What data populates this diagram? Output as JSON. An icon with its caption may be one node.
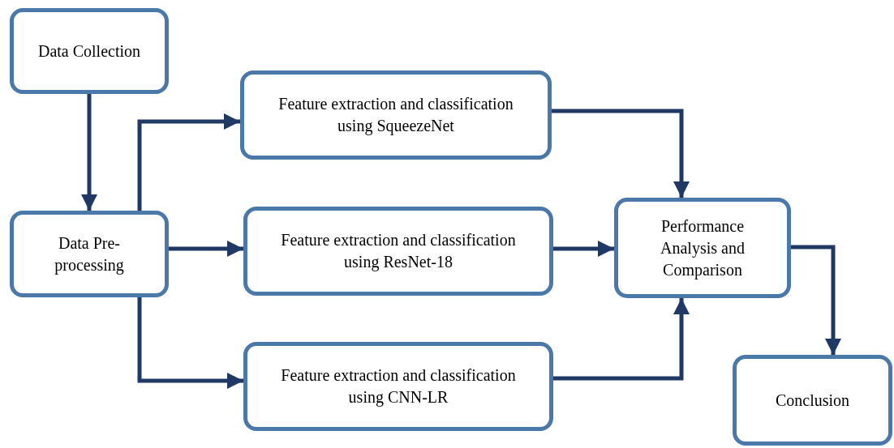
{
  "diagram": {
    "nodes": [
      {
        "text": [
          "Data Collection"
        ]
      },
      {
        "text": [
          "Data Pre-processing"
        ]
      },
      {
        "text": [
          "Feature extraction and classification using SqueezeNet"
        ]
      },
      {
        "text": [
          "Feature extraction and classification using ResNet-18"
        ]
      },
      {
        "text": [
          "Feature extraction and classification using CNN-LR"
        ]
      },
      {
        "text": [
          "Performance Analysis and Comparison"
        ]
      },
      {
        "text": [
          "Conclusion"
        ]
      }
    ],
    "edges": [
      {
        "from": 0,
        "to": 1,
        "arrow": "to"
      },
      {
        "from": 1,
        "to": 2,
        "arrow": "to"
      },
      {
        "from": 1,
        "to": 3,
        "arrow": "to"
      },
      {
        "from": 1,
        "to": 4,
        "arrow": "to"
      },
      {
        "from": 2,
        "to": 5,
        "arrow": "to"
      },
      {
        "from": 3,
        "to": 5,
        "arrow": "to"
      },
      {
        "from": 4,
        "to": 5,
        "arrow": "to"
      },
      {
        "from": 5,
        "to": 6,
        "arrow": "to"
      }
    ]
  }
}
